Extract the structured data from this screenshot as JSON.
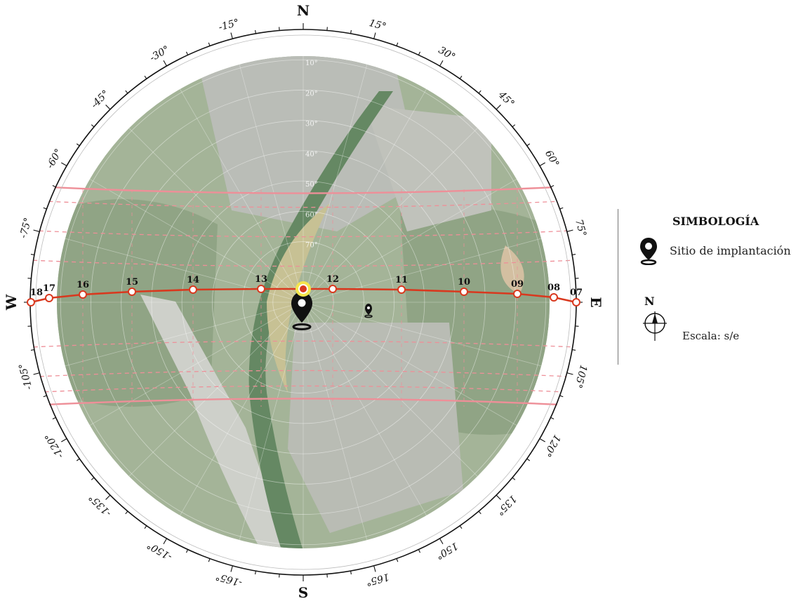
{
  "diagram": {
    "cardinals": {
      "north": "N",
      "south": "S",
      "east": "E",
      "west": "W"
    },
    "azimuth_labels": [
      "15°",
      "30°",
      "45°",
      "60°",
      "75°",
      "105°",
      "120°",
      "135°",
      "150°",
      "165°",
      "-165°",
      "-150°",
      "-135°",
      "-120°",
      "-105°",
      "-75°",
      "-60°",
      "-45°",
      "-30°",
      "-15°"
    ],
    "altitude_labels": [
      "10°",
      "20°",
      "30°",
      "40°",
      "50°",
      "60°",
      "70°"
    ],
    "hour_labels": [
      "18",
      "17",
      "16",
      "15",
      "14",
      "13",
      "12",
      "11",
      "10",
      "09",
      "08",
      "07"
    ],
    "colors": {
      "sun_path": "#d9381e",
      "daily_arcs": "#ee8f98",
      "ring": "#111111",
      "site_marker": "#f5e64b"
    }
  },
  "legend": {
    "title": "SIMBOLOGÍA",
    "site_label": "Sitio de implantación",
    "north_label": "N",
    "scale_label": "Escala: s/e"
  }
}
